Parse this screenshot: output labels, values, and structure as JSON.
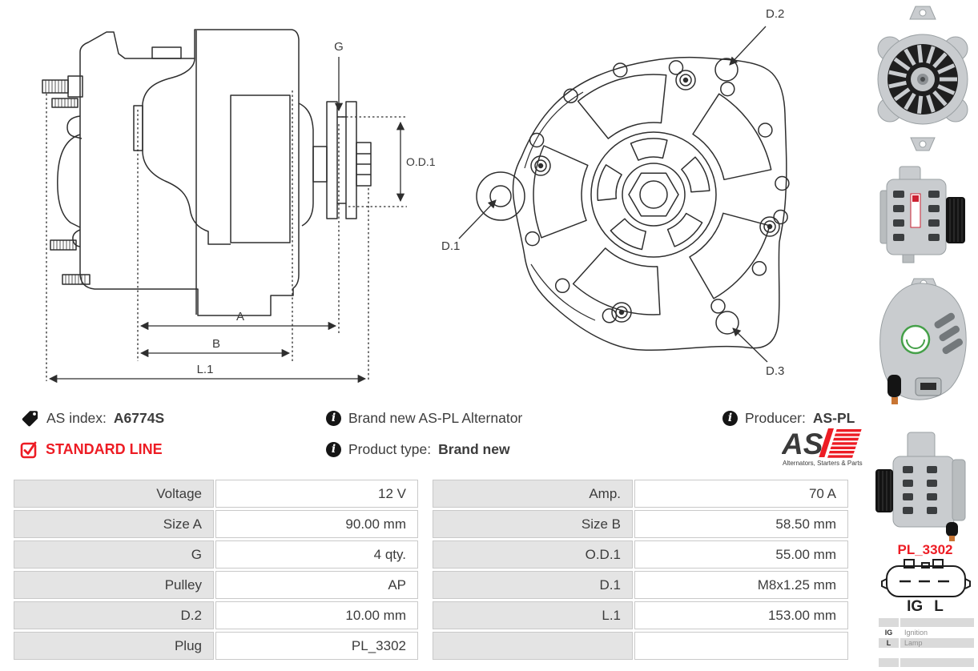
{
  "colors": {
    "accent_red": "#ed1c24",
    "table_label_bg": "#e4e4e4",
    "table_border": "#c9c9c9",
    "drawing_line": "#2e2e2e"
  },
  "side_diagram": {
    "labels": {
      "g": "G",
      "od1": "O.D.1",
      "a": "A",
      "b": "B",
      "l1": "L.1"
    }
  },
  "rear_diagram": {
    "labels": {
      "d1": "D.1",
      "d2": "D.2",
      "d3": "D.3"
    }
  },
  "info": {
    "as_index_label": "AS index:",
    "as_index_value": "A6774S",
    "standard_line": "STANDARD LINE",
    "brand_new": "Brand new AS-PL Alternator",
    "product_type_label": "Product type:",
    "product_type_value": "Brand new",
    "producer_label": "Producer:",
    "producer_value": "AS-PL",
    "logo_as": "AS",
    "logo_tagline": "Alternators, Starters & Parts"
  },
  "spec_table": {
    "rows": [
      {
        "l1": "Voltage",
        "v1": "12 V",
        "l2": "Amp.",
        "v2": "70 A"
      },
      {
        "l1": "Size A",
        "v1": "90.00 mm",
        "l2": "Size B",
        "v2": "58.50 mm"
      },
      {
        "l1": "G",
        "v1": "4 qty.",
        "l2": "O.D.1",
        "v2": "55.00 mm"
      },
      {
        "l1": "Pulley",
        "v1": "AP",
        "l2": "D.1",
        "v2": "M8x1.25 mm"
      },
      {
        "l1": "D.2",
        "v1": "10.00 mm",
        "l2": "L.1",
        "v2": "153.00 mm"
      },
      {
        "l1": "Plug",
        "v1": "PL_3302",
        "l2": "",
        "v2": ""
      }
    ]
  },
  "connector": {
    "code": "PL_3302",
    "pin_ig": "IG",
    "pin_l": "L",
    "legend": [
      {
        "pin": "IG",
        "label": "Ignition"
      },
      {
        "pin": "L",
        "label": "Lamp"
      }
    ]
  }
}
